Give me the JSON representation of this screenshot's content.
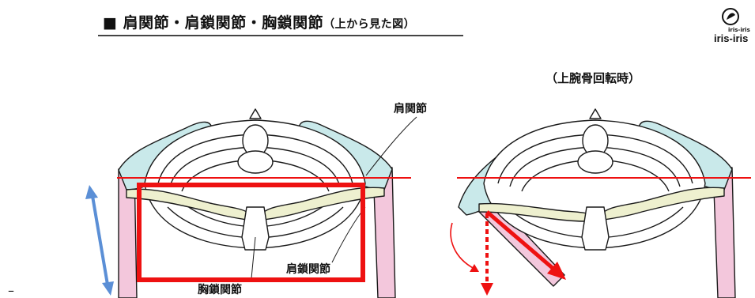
{
  "title": {
    "main": "■ 肩関節・肩鎖関節・胸鎖関節",
    "sub": "（上から見た図）"
  },
  "logo": {
    "small_text": "iris-iris",
    "text": "iris-iris"
  },
  "right_view": {
    "caption": "（上腕骨回転時）"
  },
  "labels": {
    "shoulder_joint": "肩関節",
    "acromioclavicular_joint": "肩鎖関節",
    "sternoclavicular_joint": "胸鎖関節"
  },
  "margin_mark": "–",
  "colors": {
    "bone_fill": "#ffffff",
    "scapula": "#c9e9ea",
    "clavicle": "#eef0cf",
    "humerus": "#f3c7dc",
    "outline": "#1a1a1a",
    "highlight": "#ee1111",
    "arrow_blue": "#5b8fd6"
  }
}
